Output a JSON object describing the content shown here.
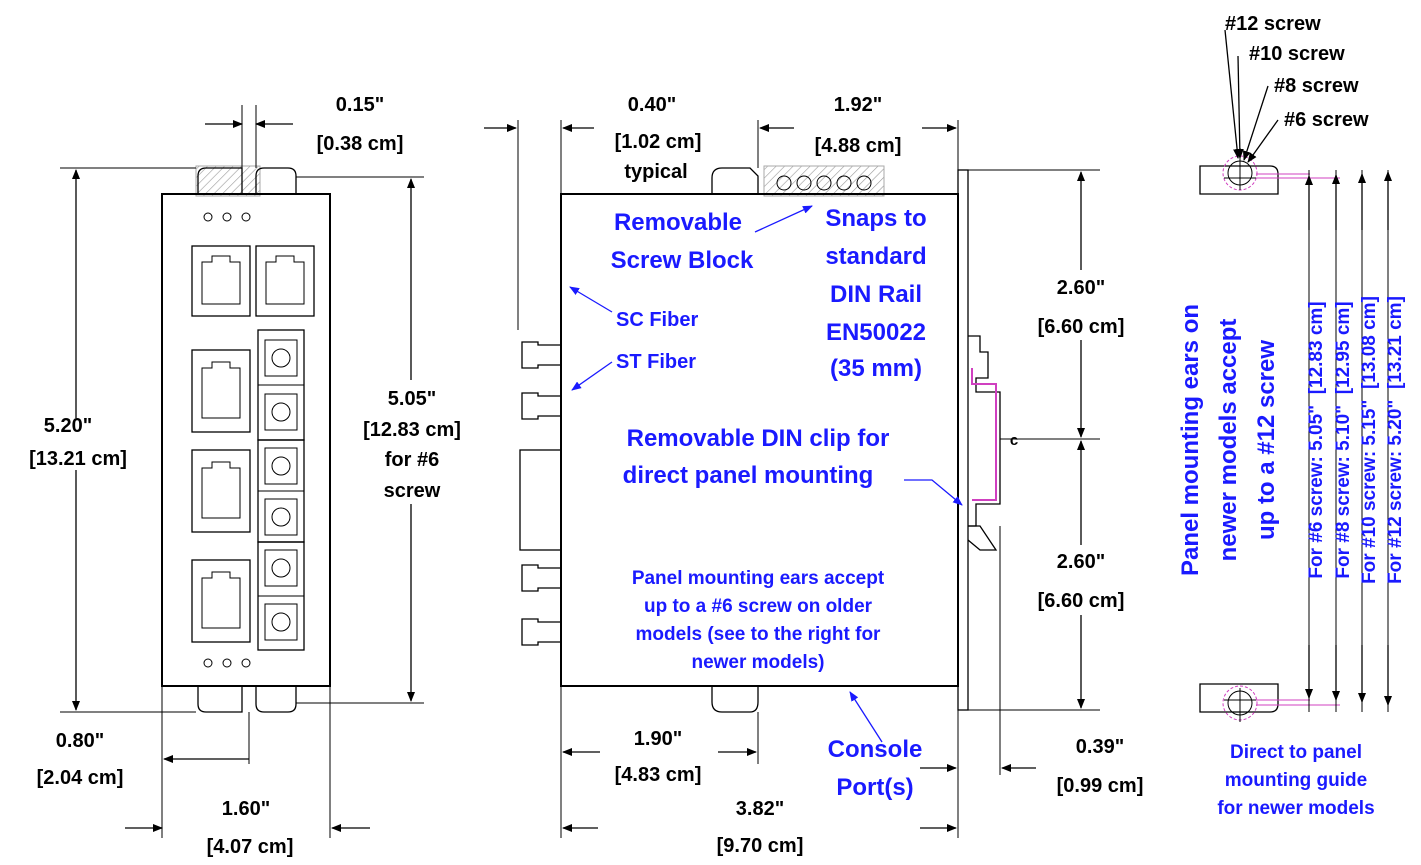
{
  "dimensions": {
    "d015": "0.15\"",
    "d015cm": "[0.38 cm]",
    "d520": "5.20\"",
    "d520cm": "[13.21 cm]",
    "d505": "5.05\"",
    "d505cm": "[12.83 cm]",
    "d505for": "for #6",
    "d505screw": "screw",
    "d080": "0.80\"",
    "d080cm": "[2.04 cm]",
    "d160": "1.60\"",
    "d160cm": "[4.07 cm]",
    "d040": "0.40\"",
    "d040cm": "[1.02 cm]",
    "d040typ": "typical",
    "d192": "1.92\"",
    "d192cm": "[4.88 cm]",
    "d260a": "2.60\"",
    "d260acm": "[6.60 cm]",
    "d260b": "2.60\"",
    "d260bcm": "[6.60 cm]",
    "d190": "1.90\"",
    "d190cm": "[4.83 cm]",
    "d382": "3.82\"",
    "d382cm": "[9.70 cm]",
    "d039": "0.39\"",
    "d039cm": "[0.99 cm]",
    "centerMark": "c"
  },
  "labels": {
    "screwBlock1": "Removable",
    "screwBlock2": "Screw Block",
    "din1": "Snaps to",
    "din2": "standard",
    "din3": "DIN Rail",
    "din4": "EN50022",
    "din5": "(35 mm)",
    "scFiber": "SC Fiber",
    "stFiber": "ST Fiber",
    "clip1": "Removable DIN clip for",
    "clip2": "direct panel mounting",
    "ears1": "Panel mounting ears accept",
    "ears2": "up to a #6 screw on older",
    "ears3": "models (see to the right for",
    "ears4": "newer models)",
    "console1": "Console",
    "console2": "Port(s)",
    "guide1": "Direct to panel",
    "guide2": "mounting guide",
    "guide3": "for newer models",
    "newEars1": "Panel mounting ears on",
    "newEars2": "newer models accept",
    "newEars3": "up to a #12 screw"
  },
  "screws": [
    "#12 screw",
    "#10 screw",
    "#8 screw",
    "#6 screw"
  ],
  "screwSpecs": [
    "For #6 screw: 5.05\"  [12.83 cm]",
    "For #8 screw: 5.10\"  [12.95 cm]",
    "For #10 screw: 5.15\"  [13.08 cm]",
    "For #12 screw: 5.20\"  [13.21 cm]"
  ],
  "colors": {
    "annotation": "#1a1aff",
    "dimension": "#000000",
    "clip": "#d040c0"
  }
}
